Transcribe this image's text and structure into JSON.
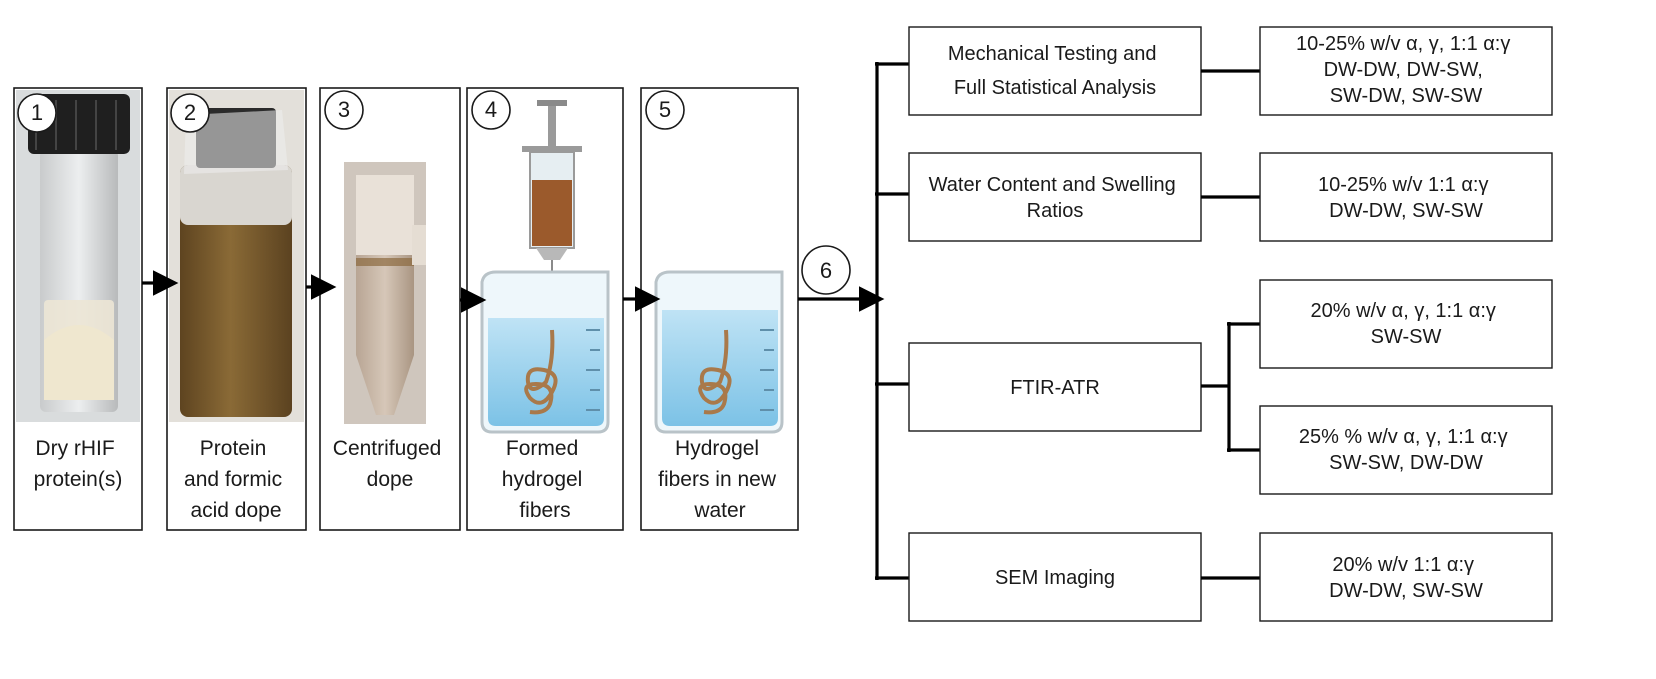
{
  "steps": [
    {
      "number": "1",
      "label": [
        "Dry rHIF",
        "protein(s)"
      ]
    },
    {
      "number": "2",
      "label": [
        "Protein",
        "and formic",
        "acid dope"
      ]
    },
    {
      "number": "3",
      "label": [
        "Centrifuged",
        "dope"
      ]
    },
    {
      "number": "4",
      "label": [
        "Formed",
        "hydrogel",
        "fibers"
      ]
    },
    {
      "number": "5",
      "label": [
        "Hydrogel",
        "fibers in new",
        "water"
      ]
    }
  ],
  "branch_number": "6",
  "analyses": [
    {
      "name": [
        "Mechanical Testing and",
        "Full Statistical Analysis"
      ],
      "conditions": [
        [
          "10-25% w/v α, γ, 1:1 α:γ",
          "DW-DW, DW-SW,",
          "SW-DW, SW-SW"
        ]
      ]
    },
    {
      "name": [
        "Water Content and Swelling",
        "Ratios"
      ],
      "conditions": [
        [
          "10-25% w/v 1:1 α:γ",
          "DW-DW, SW-SW"
        ]
      ]
    },
    {
      "name": [
        "FTIR-ATR"
      ],
      "conditions": [
        [
          "20% w/v α, γ, 1:1 α:γ",
          "SW-SW"
        ],
        [
          "25% % w/v α, γ, 1:1 α:γ",
          "SW-SW, DW-DW"
        ]
      ]
    },
    {
      "name": [
        "SEM Imaging"
      ],
      "conditions": [
        [
          "20% w/v 1:1 α:γ",
          "DW-DW, SW-SW"
        ]
      ]
    }
  ],
  "colors": {
    "water": "#9ed3ee",
    "fiber": "#a9794a",
    "dope": "#7a5a2c",
    "cap": "#222222"
  }
}
